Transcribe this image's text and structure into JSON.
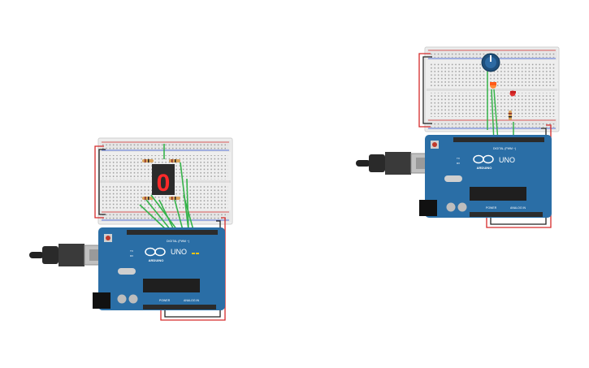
{
  "colors": {
    "background": "#ffffff",
    "breadboard": "#eeeeee",
    "arduino": "#2a6ea6",
    "wire_green": "#36b34a",
    "wire_red": "#d52a2a",
    "wire_black": "#222222",
    "segment_red": "#ff2a2a",
    "pot_blue": "#1f4f7c"
  },
  "circuits": [
    {
      "name": "seven-segment-circuit",
      "display_digit": "0",
      "arduino": {
        "brand": "ARDUINO",
        "model": "UNO",
        "digital_label": "DIGITAL (PWM ~)",
        "power_label": "POWER",
        "analog_label": "ANALOG IN",
        "tx_label": "TX",
        "rx_label": "RX"
      }
    },
    {
      "name": "potentiometer-led-circuit",
      "arduino": {
        "brand": "ARDUINO",
        "model": "UNO",
        "digital_label": "DIGITAL (PWM ~)",
        "power_label": "POWER",
        "analog_label": "ANALOG IN",
        "tx_label": "TX",
        "rx_label": "RX"
      }
    }
  ],
  "icons": [
    "usb-cable-icon",
    "breadboard-icon",
    "seven-segment-display-icon",
    "potentiometer-icon",
    "led-icon",
    "resistor-icon",
    "arduino-logo-icon"
  ]
}
